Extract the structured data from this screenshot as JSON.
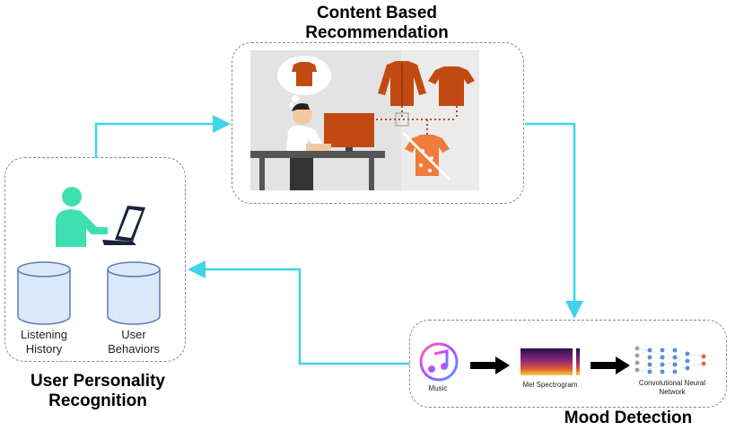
{
  "content_panel": {
    "title_line1": "Content Based",
    "title_line2": "Recommendation"
  },
  "user_panel": {
    "title_line1": "User Personality",
    "title_line2": "Recognition",
    "db1_line1": "Listening",
    "db1_line2": "History",
    "db2_line1": "User",
    "db2_line2": "Behaviors"
  },
  "mood_panel": {
    "title": "Mood Detection",
    "music_label": "Music",
    "spectrogram_label": "Mel Spectrogram",
    "cnn_line1": "Convolutional Neural",
    "cnn_line2": "Network"
  },
  "colors": {
    "arrow": "#3fd4e8",
    "shirt": "#c24a12",
    "person": "#3fe0b0",
    "db_fill": "#dbe9fa",
    "db_stroke": "#5b7db0"
  }
}
